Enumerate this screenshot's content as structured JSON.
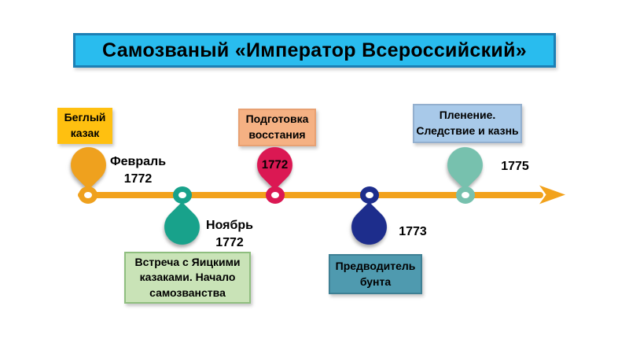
{
  "title": {
    "text": "Самозваный «Император Всероссийский»",
    "bg": "#29BCEE",
    "border": "#1C7FB5"
  },
  "timeline": {
    "line_color": "#F2A21C"
  },
  "events": [
    {
      "label": "Беглый\nказак",
      "date": "Февраль\n1772",
      "marker_text": "",
      "side": "above",
      "colors": {
        "marker": "#EFA11E",
        "box_bg": "#FFC010",
        "box_border": "#FFC010"
      }
    },
    {
      "label": "Встреча с Яицкими\nказаками. Начало\nсамозванства",
      "date": "Ноябрь\n1772",
      "marker_text": "",
      "side": "below",
      "colors": {
        "marker": "#18A28B",
        "box_bg": "#C9E3B7",
        "box_border": "#8FBE7F"
      }
    },
    {
      "label": "Подготовка\nвосстания",
      "date": "",
      "marker_text": "1772",
      "side": "above",
      "colors": {
        "marker": "#DB1853",
        "box_bg": "#F5B183",
        "box_border": "#E8A173"
      }
    },
    {
      "label": "Предводитель\nбунта",
      "date": "1773",
      "marker_text": "",
      "side": "below",
      "colors": {
        "marker": "#1D2D8C",
        "box_bg": "#4F9AAF",
        "box_border": "#3E8094"
      }
    },
    {
      "label": "Пленение.\nСледствие и казнь",
      "date": "1775",
      "marker_text": "",
      "side": "above",
      "colors": {
        "marker": "#77C1AE",
        "box_bg": "#A8C9E9",
        "box_border": "#93AFCE"
      }
    }
  ]
}
